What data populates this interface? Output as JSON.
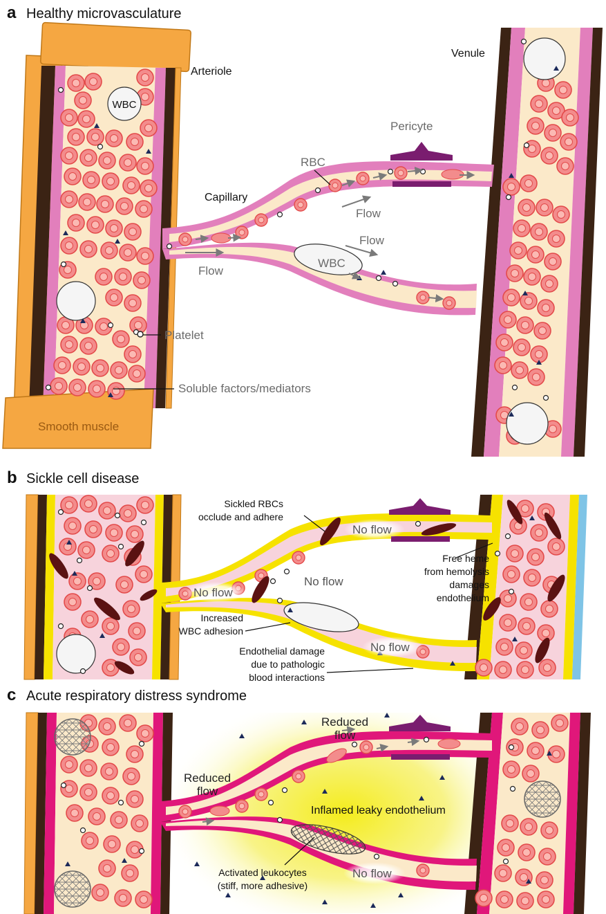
{
  "panels": [
    {
      "letter": "a",
      "title": "Healthy microvasculature",
      "labels": {
        "arteriole": "Arteriole",
        "venule": "Venule",
        "pericyte": "Pericyte",
        "rbc": "RBC",
        "capillary": "Capillary",
        "flow": "Flow",
        "wbc": "WBC",
        "platelet": "Platelet",
        "soluble": "Soluble factors/mediators",
        "smooth_muscle": "Smooth muscle"
      }
    },
    {
      "letter": "b",
      "title": "Sickle cell disease",
      "labels": {
        "sickled_1": "Sickled RBCs",
        "sickled_2": "occlude and adhere",
        "no_flow": "No flow",
        "heme_1": "Free heme",
        "heme_2": "from hemolysis",
        "heme_3": "damages",
        "heme_4": "endothelium",
        "wbc_adh_1": "Increased",
        "wbc_adh_2": "WBC adhesion",
        "endo_1": "Endothelial damage",
        "endo_2": "due to pathologic",
        "endo_3": "blood interactions"
      }
    },
    {
      "letter": "c",
      "title": "Acute respiratory distress syndrome",
      "labels": {
        "reduced_1": "Reduced",
        "reduced_2": "flow",
        "inflamed": "Inflamed leaky endothelium",
        "no_flow": "No flow",
        "leuk_1": "Activated leukocytes",
        "leuk_2": "(stiff, more adhesive)"
      }
    }
  ],
  "colors": {
    "muscle": "#f5a742",
    "muscle_stroke": "#c07818",
    "basement": "#3b2314",
    "endothelium": "#e27fbc",
    "endothelium_inflamed": "#e0177a",
    "endothelium_damaged": "#f6e200",
    "plasma": "#fbe9c9",
    "plasma_pink": "#f7d3dc",
    "rbc_fill": "#f38c8c",
    "rbc_ring": "#e34a4a",
    "rbc_center": "#fbb9b3",
    "sickle": "#5a1212",
    "pericyte": "#7a1d6f",
    "platelet": "#ffffff",
    "mediator": "#1c2a5a",
    "arrow": "#7a7a7a",
    "inflamed_glow": "#f6ee2e"
  },
  "icons": [
    "rbc-icon",
    "wbc-icon",
    "platelet-icon",
    "mediator-icon",
    "sickle-rbc-icon",
    "pericyte-icon",
    "flow-arrow-icon",
    "fibrin-mesh-icon"
  ]
}
